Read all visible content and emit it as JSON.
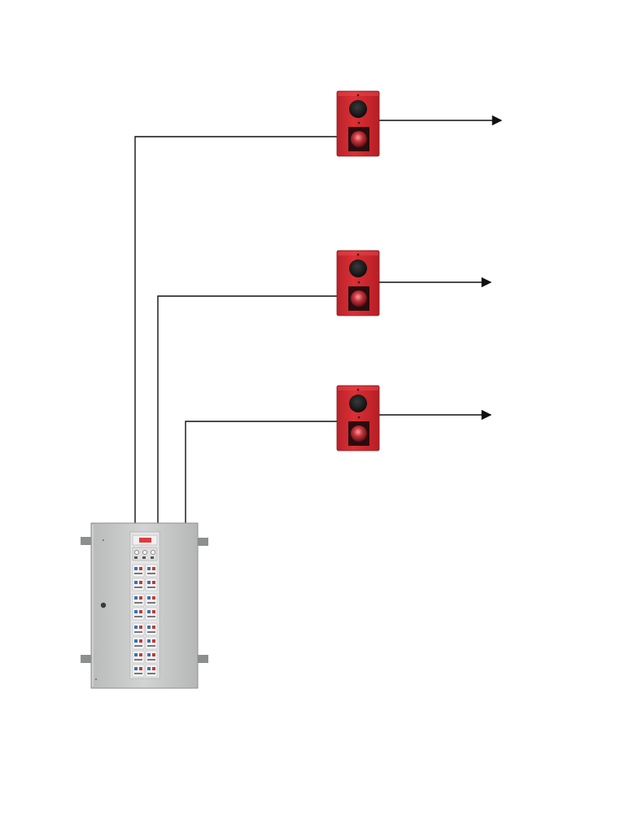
{
  "diagram": {
    "alarm_units": [
      {
        "id": "alarm-unit-1"
      },
      {
        "id": "alarm-unit-2"
      },
      {
        "id": "alarm-unit-3"
      }
    ],
    "control_panel": {
      "id": "control-panel",
      "breaker_rows": 8
    },
    "connections": [
      {
        "from": "control-panel",
        "to": "alarm-unit-1"
      },
      {
        "from": "control-panel",
        "to": "alarm-unit-2"
      },
      {
        "from": "control-panel",
        "to": "alarm-unit-3"
      }
    ],
    "output_arrows": 3
  },
  "colors": {
    "background": "#ffffff",
    "wire": "#111111",
    "alarm_body": "#d42a2f",
    "alarm_body_dark": "#a81c22",
    "beacon": "#c9323a",
    "speaker": "#1a1a1a",
    "panel_body": "#c9cbca",
    "panel_edge": "#9a9c9b",
    "breaker_label": "#3f6fb5",
    "display_red": "#e43a3a"
  }
}
